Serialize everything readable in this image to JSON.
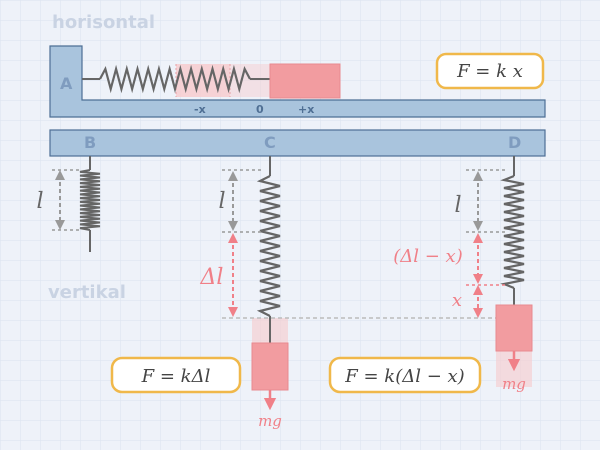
{
  "sections": {
    "horizontal": "horisontal",
    "vertical": "vertikal"
  },
  "points": {
    "A": "A",
    "B": "B",
    "C": "C",
    "D": "D"
  },
  "ticks": {
    "neg": "-x",
    "zero": "0",
    "pos": "+x"
  },
  "formulas": {
    "hooke": "F = k x",
    "hanging": "F = kΔl",
    "oscillating": "F = k(Δl − x)"
  },
  "labels": {
    "length_B": "l",
    "length_C": "l",
    "length_D": "l",
    "extension_C": "Δl",
    "extension_D": "(Δl − x)",
    "displacement": "x",
    "weight_C": "mg",
    "weight_D": "mg"
  },
  "colors": {
    "background": "#eef2f9",
    "grid": "#dbe3ef",
    "beam": "#a9c4dd",
    "beam_stroke": "#4d6f95",
    "spring": "#666666",
    "mass": "#f29ca0",
    "mass_ghost": "#f7c9cc",
    "red_line": "#f08088",
    "formula_border": "#f0b84a",
    "dim_gray": "#999999"
  }
}
